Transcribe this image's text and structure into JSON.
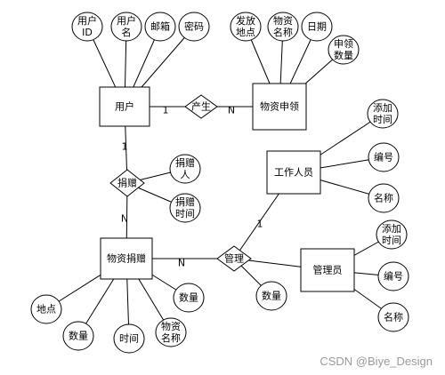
{
  "entities": [
    {
      "id": "user",
      "label": "用户"
    },
    {
      "id": "apply",
      "label": "物资申领"
    },
    {
      "id": "staff",
      "label": "工作人员"
    },
    {
      "id": "donate",
      "label": "物资捐赠"
    },
    {
      "id": "admin",
      "label": "管理员"
    }
  ],
  "relationships": [
    {
      "id": "produce",
      "label": "产生"
    },
    {
      "id": "give",
      "label": "捐赠"
    },
    {
      "id": "manage",
      "label": "管理"
    }
  ],
  "attributes": [
    {
      "id": "a_uid",
      "lines": [
        "用户",
        "ID"
      ]
    },
    {
      "id": "a_uname",
      "lines": [
        "用户",
        "名"
      ]
    },
    {
      "id": "a_email",
      "lines": [
        "邮箱"
      ]
    },
    {
      "id": "a_pwd",
      "lines": [
        "密码"
      ]
    },
    {
      "id": "a_place",
      "lines": [
        "发放",
        "地点"
      ]
    },
    {
      "id": "a_goods",
      "lines": [
        "物资",
        "名称"
      ]
    },
    {
      "id": "a_date",
      "lines": [
        "日期"
      ]
    },
    {
      "id": "a_qty_apply",
      "lines": [
        "申领",
        "数量"
      ]
    },
    {
      "id": "a_donor",
      "lines": [
        "捐赠",
        "人"
      ]
    },
    {
      "id": "a_donate_time",
      "lines": [
        "捐赠",
        "时间"
      ]
    },
    {
      "id": "a_staff_add",
      "lines": [
        "添加",
        "时间"
      ]
    },
    {
      "id": "a_staff_no",
      "lines": [
        "编号"
      ]
    },
    {
      "id": "a_staff_name",
      "lines": [
        "名称"
      ]
    },
    {
      "id": "a_admin_add",
      "lines": [
        "添加",
        "时间"
      ]
    },
    {
      "id": "a_admin_no",
      "lines": [
        "编号"
      ]
    },
    {
      "id": "a_admin_name",
      "lines": [
        "名称"
      ]
    },
    {
      "id": "a_manage_qty",
      "lines": [
        "数量"
      ]
    },
    {
      "id": "a_d_place",
      "lines": [
        "地点"
      ]
    },
    {
      "id": "a_d_qty",
      "lines": [
        "数量"
      ]
    },
    {
      "id": "a_d_time",
      "lines": [
        "时间"
      ]
    },
    {
      "id": "a_d_goods",
      "lines": [
        "物资",
        "名称"
      ]
    },
    {
      "id": "a_d_qty2",
      "lines": [
        "数量"
      ]
    }
  ],
  "cardinalities": [
    {
      "id": "c1",
      "text": "1"
    },
    {
      "id": "c2",
      "text": "N"
    },
    {
      "id": "c3",
      "text": "1"
    },
    {
      "id": "c4",
      "text": "N"
    },
    {
      "id": "c5",
      "text": "N"
    },
    {
      "id": "c6",
      "text": "1"
    }
  ],
  "watermark": "CSDN @Biye_Design"
}
